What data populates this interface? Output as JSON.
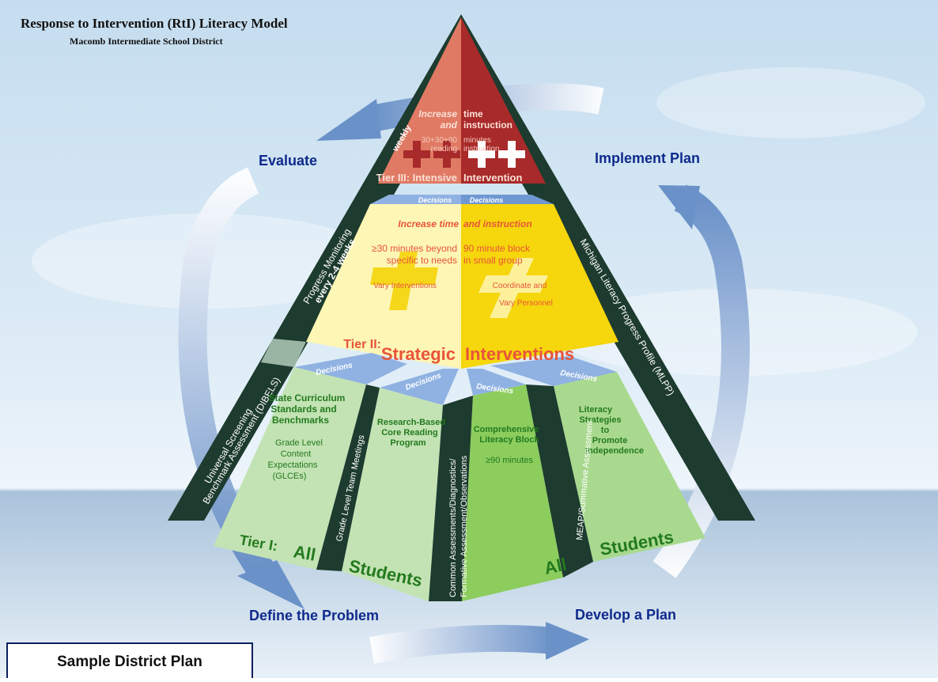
{
  "header": {
    "title": "Response to Intervention (RtI) Literacy Model",
    "subtitle": "Macomb Intermediate School District"
  },
  "cycle": {
    "evaluate": "Evaluate",
    "implement": "Implement Plan",
    "define": "Define the Problem",
    "develop": "Develop a Plan"
  },
  "tier3": {
    "weekly": "weekly",
    "left_line1": "Increase",
    "left_line2": "and",
    "right_line1": "time",
    "right_line2": "instruction",
    "minutes_left1": "30+30+90",
    "minutes_left2": "reading",
    "minutes_right1": "minutes",
    "minutes_right2": "instruction",
    "label_left": "Tier III: Intensive",
    "label_right": "Intervention"
  },
  "tier2": {
    "decisions_left": "Decisions",
    "decisions_right": "Decisions",
    "increase_left": "Increase time",
    "increase_right": "and instruction",
    "beyond_line1": "≥30 minutes beyond",
    "beyond_line2": "specific to needs",
    "block_line1": "90 minute block",
    "block_line2": "in small group",
    "vary_interventions": "Vary Interventions",
    "coordinate_line1": "Coordinate and",
    "coordinate_line2": "Vary Personnel",
    "label_tier": "Tier II:",
    "label_strategic": "Strategic",
    "label_interventions": "Interventions"
  },
  "left_edge": {
    "progress_line1": "Progress Monitoring",
    "progress_line2": "every 2-4 weeks",
    "screening_line1": "Universal Screening",
    "screening_line2": "Benchmark Assessment (DIBELS)"
  },
  "right_edge": {
    "mlpp": "Michigan Literacy Progress Profile (MLPP)"
  },
  "tier1": {
    "decisions": [
      "Decisions",
      "Decisions",
      "Decisions",
      "Decisions"
    ],
    "panel1_heading": [
      "State Curriculum",
      "Standards and",
      "Benchmarks"
    ],
    "panel1_body": [
      "Grade Level",
      "Content",
      "Expectations",
      "(GLCEs)"
    ],
    "panel2_heading": [
      "Research-Based",
      "Core Reading",
      "Program"
    ],
    "panel3_heading": [
      "Comprehensive",
      "Literacy Block"
    ],
    "panel3_body": "≥90 minutes",
    "panel4_heading": [
      "Literacy",
      "Strategies",
      "to",
      "Promote",
      "Independence"
    ],
    "sep_grade_level": "Grade Level Team Meetings",
    "sep_common_line1": "Common Assessments/Diagnostics/",
    "sep_common_line2": "Formative Assessment/Observations",
    "sep_meap": "MEAP/Summative Assessment",
    "label_tier": "Tier I:",
    "label_all_left": "All",
    "label_students_left": "Students",
    "label_all_right": "All",
    "label_students_right": "Students"
  },
  "footer": {
    "sample": "Sample District Plan"
  },
  "colors": {
    "dark_edge": "#1d3b2e",
    "tier3_left": "#e07a64",
    "tier3_right": "#a82a2a",
    "tier2_left": "#fdf6b4",
    "tier2_right": "#f6d60c",
    "tier1_light": "#c3e3b4",
    "tier1_mid": "#a9d98f",
    "tier1_green": "#8ccd5e",
    "decisions": "#8fb2e2",
    "cycle_text": "#0f2a8c"
  }
}
